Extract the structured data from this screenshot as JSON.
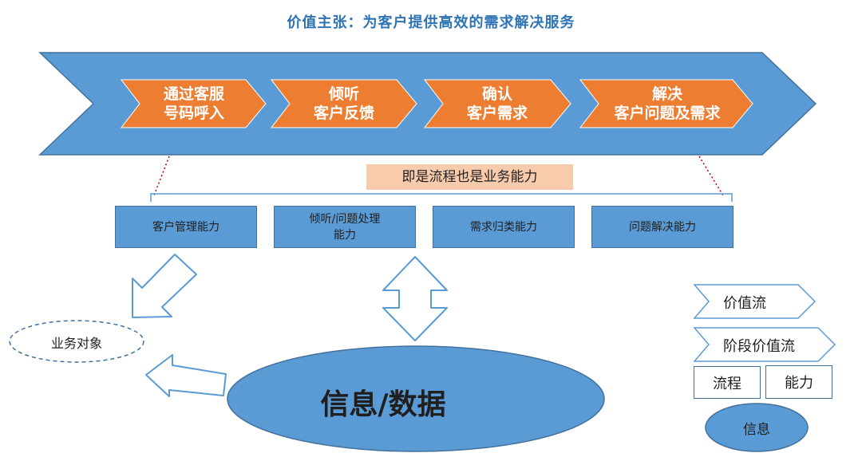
{
  "title": "价值主张：为客户提供高效的需求解决服务",
  "stages": [
    {
      "line1": "通过客服",
      "line2": "号码呼入"
    },
    {
      "line1": "倾听",
      "line2": "客户反馈"
    },
    {
      "line1": "确认",
      "line2": "客户需求"
    },
    {
      "line1": "解决",
      "line2": "客户问题及需求"
    }
  ],
  "summary": "即是流程也是业务能力",
  "capabilities": [
    {
      "line1": "客户管理能力",
      "line2": ""
    },
    {
      "line1": "倾听/问题处理",
      "line2": "能力"
    },
    {
      "line1": "需求归类能力",
      "line2": ""
    },
    {
      "line1": "问题解决能力",
      "line2": ""
    }
  ],
  "business_object": "业务对象",
  "data_label": "信息/数据",
  "legend": {
    "value_stream": "价值流",
    "stage_value_stream": "阶段价值流",
    "process": "流程",
    "capability": "能力",
    "information": "信息"
  },
  "colors": {
    "chevron_blue": "#5b9bd5",
    "stage_orange": "#ed7d31",
    "summary_peach": "#f8cbad",
    "title_blue": "#2e74b5",
    "dotted_red": "#c00000"
  }
}
